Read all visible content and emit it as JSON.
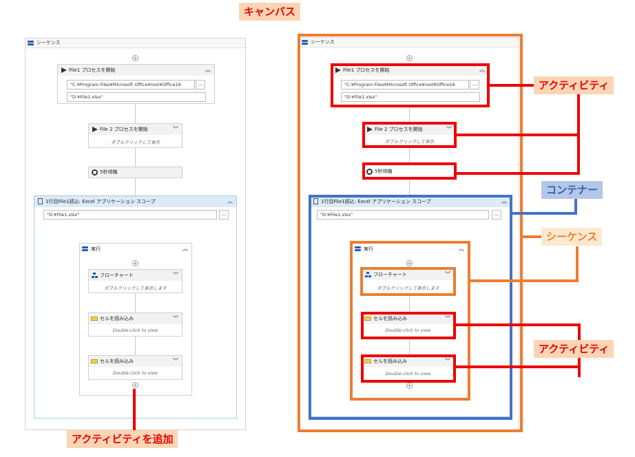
{
  "canvas_label": "キャンバス",
  "annotations": {
    "activity": "アクティビティ",
    "container": "コンテナー",
    "sequence": "シーケンス",
    "activity2": "アクティビティ",
    "add_activity": "アクティビティを追加"
  },
  "workflow": {
    "root_title": "シーケンス",
    "start_process_1": {
      "title": "File1 プロセスを開始",
      "path_value": "\"C:¥Program Files¥Microsoft Office¥root¥Office16",
      "arg_value": "\"D:¥File1.xlsx\"",
      "ellipsis": "..."
    },
    "start_process_2": {
      "title": "File 2 プロセスを開始",
      "hint": "ダブルクリックして表示"
    },
    "delay": {
      "title": "5秒待機"
    },
    "excel_scope": {
      "title": "1行目File1読込: Excel アプリケーション スコープ",
      "path_value": "\"D:¥File1.xlsx\"",
      "ellipsis": "..."
    },
    "inner_sequence": {
      "title": "実行"
    },
    "flowchart": {
      "title": "フローチャート",
      "hint": "ダブルクリックして表示します"
    },
    "read_cell_1": {
      "title": "セルを読み込み",
      "hint": "Double-click to view"
    },
    "read_cell_2": {
      "title": "セルを読み込み",
      "hint": "Double-click to view"
    }
  },
  "colors": {
    "red": "#ee0000",
    "orange": "#ed7d31",
    "blue": "#4472c4"
  }
}
